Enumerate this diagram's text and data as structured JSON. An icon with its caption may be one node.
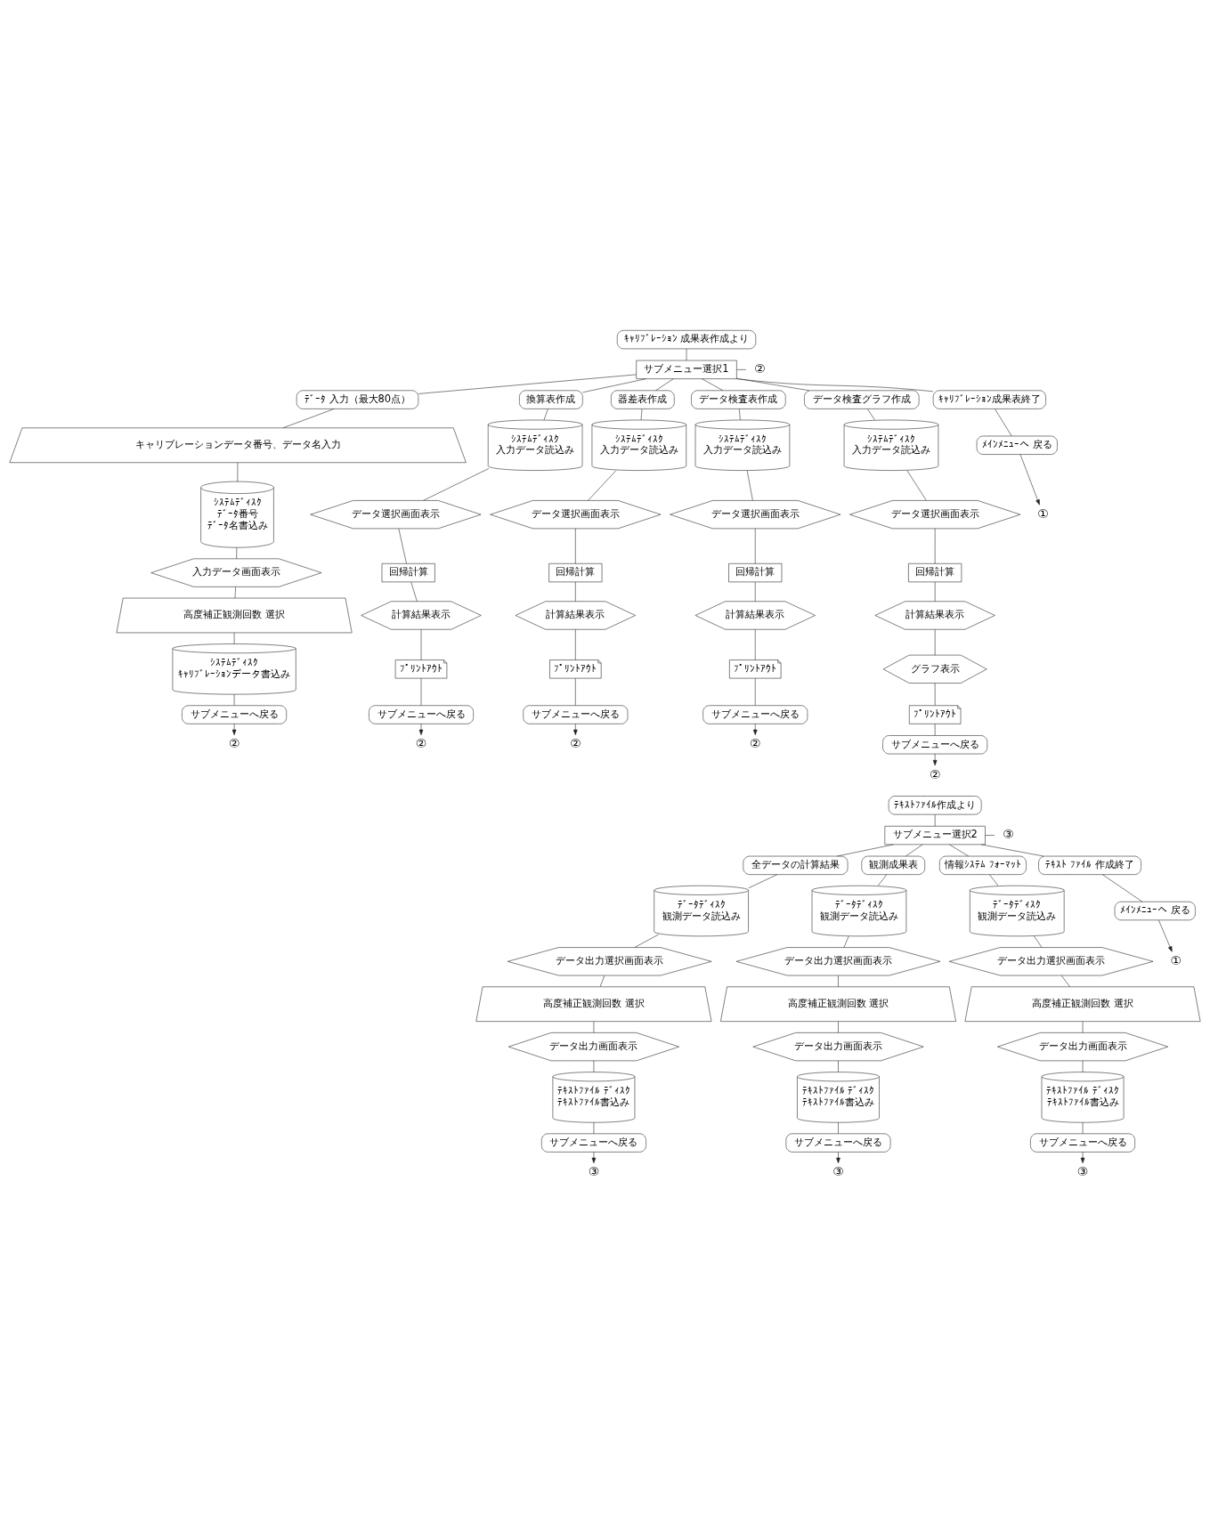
{
  "diagram": {
    "nodes": [
      {
        "text": [
          "ｷｬﾘﾌﾞﾚｰｼｮﾝ 成果表作成より"
        ]
      },
      {
        "text": [
          "②"
        ]
      },
      {
        "text": [
          "サブメニュー選択1"
        ]
      },
      {
        "text": [
          "ﾃﾞｰﾀ 入力（最大80点）"
        ]
      },
      {
        "text": [
          "キャリブレーションデータ番号、データ名入力"
        ]
      },
      {
        "text": [
          "ｼｽﾃﾑﾃﾞｨｽｸ",
          "ﾃﾞｰﾀ番号",
          "ﾃﾞｰﾀ名書込み"
        ]
      },
      {
        "text": [
          "入力データ画面表示"
        ]
      },
      {
        "text": [
          "高度補正観測回数 選択"
        ]
      },
      {
        "text": [
          "ｼｽﾃﾑﾃﾞｨｽｸ",
          "ｷｬﾘﾌﾞﾚｰｼｮﾝデータ書込み"
        ]
      },
      {
        "text": [
          "サブメニューへ戻る"
        ]
      },
      {
        "text": [
          "②"
        ]
      },
      {
        "text": [
          "換算表作成"
        ]
      },
      {
        "text": [
          "ｼｽﾃﾑﾃﾞｨｽｸ",
          "入力データ読込み"
        ]
      },
      {
        "text": [
          "データ選択画面表示"
        ]
      },
      {
        "text": [
          "回帰計算"
        ]
      },
      {
        "text": [
          "計算結果表示"
        ]
      },
      {
        "text": [
          "ﾌﾟﾘﾝﾄｱｳﾄ"
        ]
      },
      {
        "text": [
          "サブメニューへ戻る"
        ]
      },
      {
        "text": [
          "②"
        ]
      },
      {
        "text": [
          "器差表作成"
        ]
      },
      {
        "text": [
          "ｼｽﾃﾑﾃﾞｨｽｸ",
          "入力データ読込み"
        ]
      },
      {
        "text": [
          "データ選択画面表示"
        ]
      },
      {
        "text": [
          "回帰計算"
        ]
      },
      {
        "text": [
          "計算結果表示"
        ]
      },
      {
        "text": [
          "ﾌﾟﾘﾝﾄｱｳﾄ"
        ]
      },
      {
        "text": [
          "サブメニューへ戻る"
        ]
      },
      {
        "text": [
          "②"
        ]
      },
      {
        "text": [
          "データ検査表作成"
        ]
      },
      {
        "text": [
          "ｼｽﾃﾑﾃﾞｨｽｸ",
          "入力データ読込み"
        ]
      },
      {
        "text": [
          "データ選択画面表示"
        ]
      },
      {
        "text": [
          "回帰計算"
        ]
      },
      {
        "text": [
          "計算結果表示"
        ]
      },
      {
        "text": [
          "ﾌﾟﾘﾝﾄｱｳﾄ"
        ]
      },
      {
        "text": [
          "サブメニューへ戻る"
        ]
      },
      {
        "text": [
          "②"
        ]
      },
      {
        "text": [
          "データ検査グラフ作成"
        ]
      },
      {
        "text": [
          "ｼｽﾃﾑﾃﾞｨｽｸ",
          "入力データ読込み"
        ]
      },
      {
        "text": [
          "データ選択画面表示"
        ]
      },
      {
        "text": [
          "回帰計算"
        ]
      },
      {
        "text": [
          "計算結果表示"
        ]
      },
      {
        "text": [
          "グラフ表示"
        ]
      },
      {
        "text": [
          "ﾌﾟﾘﾝﾄｱｳﾄ"
        ]
      },
      {
        "text": [
          "サブメニューへ戻る"
        ]
      },
      {
        "text": [
          "②"
        ]
      },
      {
        "text": [
          "ｷｬﾘﾌﾞﾚｰｼｮﾝ成果表終了"
        ]
      },
      {
        "text": [
          "ﾒｲﾝﾒﾆｭｰへ 戻る"
        ]
      },
      {
        "text": [
          "①"
        ]
      },
      {
        "text": [
          "ﾃｷｽﾄﾌｧｲﾙ作成より"
        ]
      },
      {
        "text": [
          "③"
        ]
      },
      {
        "text": [
          "サブメニュー選択2"
        ]
      },
      {
        "text": [
          "全データの計算結果"
        ]
      },
      {
        "text": [
          "ﾃﾞｰﾀﾃﾞｨｽｸ",
          "観測データ読込み"
        ]
      },
      {
        "text": [
          "データ出力選択画面表示"
        ]
      },
      {
        "text": [
          "高度補正観測回数 選択"
        ]
      },
      {
        "text": [
          "データ出力画面表示"
        ]
      },
      {
        "text": [
          "ﾃｷｽﾄﾌｧｲﾙ ﾃﾞｨｽｸ",
          "ﾃｷｽﾄﾌｧｲﾙ書込み"
        ]
      },
      {
        "text": [
          "サブメニューへ戻る"
        ]
      },
      {
        "text": [
          "③"
        ]
      },
      {
        "text": [
          "観測成果表"
        ]
      },
      {
        "text": [
          "ﾃﾞｰﾀﾃﾞｨｽｸ",
          "観測データ読込み"
        ]
      },
      {
        "text": [
          "データ出力選択画面表示"
        ]
      },
      {
        "text": [
          "高度補正観測回数 選択"
        ]
      },
      {
        "text": [
          "データ出力画面表示"
        ]
      },
      {
        "text": [
          "ﾃｷｽﾄﾌｧｲﾙ ﾃﾞｨｽｸ",
          "ﾃｷｽﾄﾌｧｲﾙ書込み"
        ]
      },
      {
        "text": [
          "サブメニューへ戻る"
        ]
      },
      {
        "text": [
          "③"
        ]
      },
      {
        "text": [
          "情報ｼｽﾃﾑ ﾌｫｰﾏｯﾄ"
        ]
      },
      {
        "text": [
          "ﾃﾞｰﾀﾃﾞｨｽｸ",
          "観測データ読込み"
        ]
      },
      {
        "text": [
          "データ出力選択画面表示"
        ]
      },
      {
        "text": [
          "高度補正観測回数 選択"
        ]
      },
      {
        "text": [
          "データ出力画面表示"
        ]
      },
      {
        "text": [
          "ﾃｷｽﾄﾌｧｲﾙ ﾃﾞｨｽｸ",
          "ﾃｷｽﾄﾌｧｲﾙ書込み"
        ]
      },
      {
        "text": [
          "サブメニューへ戻る"
        ]
      },
      {
        "text": [
          "③"
        ]
      },
      {
        "text": [
          "ﾃｷｽﾄ ﾌｧｲﾙ 作成終了"
        ]
      },
      {
        "text": [
          "ﾒｲﾝﾒﾆｭｰへ 戻る"
        ]
      },
      {
        "text": [
          "①"
        ]
      }
    ],
    "edges": [
      {
        "from": 0,
        "to": 2,
        "arrow": "none"
      },
      {
        "from": 1,
        "to": 2,
        "arrow": "none"
      },
      {
        "from": 2,
        "to": 3,
        "arrow": "none"
      },
      {
        "from": 2,
        "to": 11,
        "arrow": "none"
      },
      {
        "from": 2,
        "to": 19,
        "arrow": "none"
      },
      {
        "from": 2,
        "to": 27,
        "arrow": "none"
      },
      {
        "from": 2,
        "to": 35,
        "arrow": "none"
      },
      {
        "from": 2,
        "to": 44,
        "arrow": "none"
      },
      {
        "from": 3,
        "to": 4,
        "arrow": "none"
      },
      {
        "from": 4,
        "to": 5,
        "arrow": "none"
      },
      {
        "from": 5,
        "to": 6,
        "arrow": "none"
      },
      {
        "from": 6,
        "to": 7,
        "arrow": "none"
      },
      {
        "from": 7,
        "to": 8,
        "arrow": "none"
      },
      {
        "from": 8,
        "to": 9,
        "arrow": "none"
      },
      {
        "from": 9,
        "to": 10,
        "arrow": "to"
      },
      {
        "from": 11,
        "to": 12,
        "arrow": "none"
      },
      {
        "from": 12,
        "to": 13,
        "arrow": "none"
      },
      {
        "from": 13,
        "to": 14,
        "arrow": "none"
      },
      {
        "from": 14,
        "to": 15,
        "arrow": "none"
      },
      {
        "from": 15,
        "to": 16,
        "arrow": "none"
      },
      {
        "from": 16,
        "to": 17,
        "arrow": "none"
      },
      {
        "from": 17,
        "to": 18,
        "arrow": "to"
      },
      {
        "from": 19,
        "to": 20,
        "arrow": "none"
      },
      {
        "from": 20,
        "to": 21,
        "arrow": "none"
      },
      {
        "from": 21,
        "to": 22,
        "arrow": "none"
      },
      {
        "from": 22,
        "to": 23,
        "arrow": "none"
      },
      {
        "from": 23,
        "to": 24,
        "arrow": "none"
      },
      {
        "from": 24,
        "to": 25,
        "arrow": "none"
      },
      {
        "from": 25,
        "to": 26,
        "arrow": "to"
      },
      {
        "from": 27,
        "to": 28,
        "arrow": "none"
      },
      {
        "from": 28,
        "to": 29,
        "arrow": "none"
      },
      {
        "from": 29,
        "to": 30,
        "arrow": "none"
      },
      {
        "from": 30,
        "to": 31,
        "arrow": "none"
      },
      {
        "from": 31,
        "to": 32,
        "arrow": "none"
      },
      {
        "from": 32,
        "to": 33,
        "arrow": "none"
      },
      {
        "from": 33,
        "to": 34,
        "arrow": "to"
      },
      {
        "from": 35,
        "to": 36,
        "arrow": "none"
      },
      {
        "from": 36,
        "to": 37,
        "arrow": "none"
      },
      {
        "from": 37,
        "to": 38,
        "arrow": "none"
      },
      {
        "from": 38,
        "to": 39,
        "arrow": "none"
      },
      {
        "from": 39,
        "to": 40,
        "arrow": "none"
      },
      {
        "from": 40,
        "to": 41,
        "arrow": "none"
      },
      {
        "from": 41,
        "to": 42,
        "arrow": "none"
      },
      {
        "from": 42,
        "to": 43,
        "arrow": "to"
      },
      {
        "from": 44,
        "to": 45,
        "arrow": "none"
      },
      {
        "from": 45,
        "to": 46,
        "arrow": "to"
      },
      {
        "from": 47,
        "to": 49,
        "arrow": "none"
      },
      {
        "from": 48,
        "to": 49,
        "arrow": "none"
      },
      {
        "from": 49,
        "to": 50,
        "arrow": "none"
      },
      {
        "from": 49,
        "to": 58,
        "arrow": "none"
      },
      {
        "from": 49,
        "to": 66,
        "arrow": "none"
      },
      {
        "from": 49,
        "to": 74,
        "arrow": "none"
      },
      {
        "from": 50,
        "to": 51,
        "arrow": "none"
      },
      {
        "from": 51,
        "to": 52,
        "arrow": "none"
      },
      {
        "from": 52,
        "to": 53,
        "arrow": "none"
      },
      {
        "from": 53,
        "to": 54,
        "arrow": "none"
      },
      {
        "from": 54,
        "to": 55,
        "arrow": "none"
      },
      {
        "from": 55,
        "to": 56,
        "arrow": "none"
      },
      {
        "from": 56,
        "to": 57,
        "arrow": "to"
      },
      {
        "from": 58,
        "to": 59,
        "arrow": "none"
      },
      {
        "from": 59,
        "to": 60,
        "arrow": "none"
      },
      {
        "from": 60,
        "to": 61,
        "arrow": "none"
      },
      {
        "from": 61,
        "to": 62,
        "arrow": "none"
      },
      {
        "from": 62,
        "to": 63,
        "arrow": "none"
      },
      {
        "from": 63,
        "to": 64,
        "arrow": "none"
      },
      {
        "from": 64,
        "to": 65,
        "arrow": "to"
      },
      {
        "from": 66,
        "to": 67,
        "arrow": "none"
      },
      {
        "from": 67,
        "to": 68,
        "arrow": "none"
      },
      {
        "from": 68,
        "to": 69,
        "arrow": "none"
      },
      {
        "from": 69,
        "to": 70,
        "arrow": "none"
      },
      {
        "from": 70,
        "to": 71,
        "arrow": "none"
      },
      {
        "from": 71,
        "to": 72,
        "arrow": "none"
      },
      {
        "from": 72,
        "to": 73,
        "arrow": "to"
      },
      {
        "from": 74,
        "to": 75,
        "arrow": "none"
      },
      {
        "from": 75,
        "to": 76,
        "arrow": "to"
      }
    ]
  }
}
